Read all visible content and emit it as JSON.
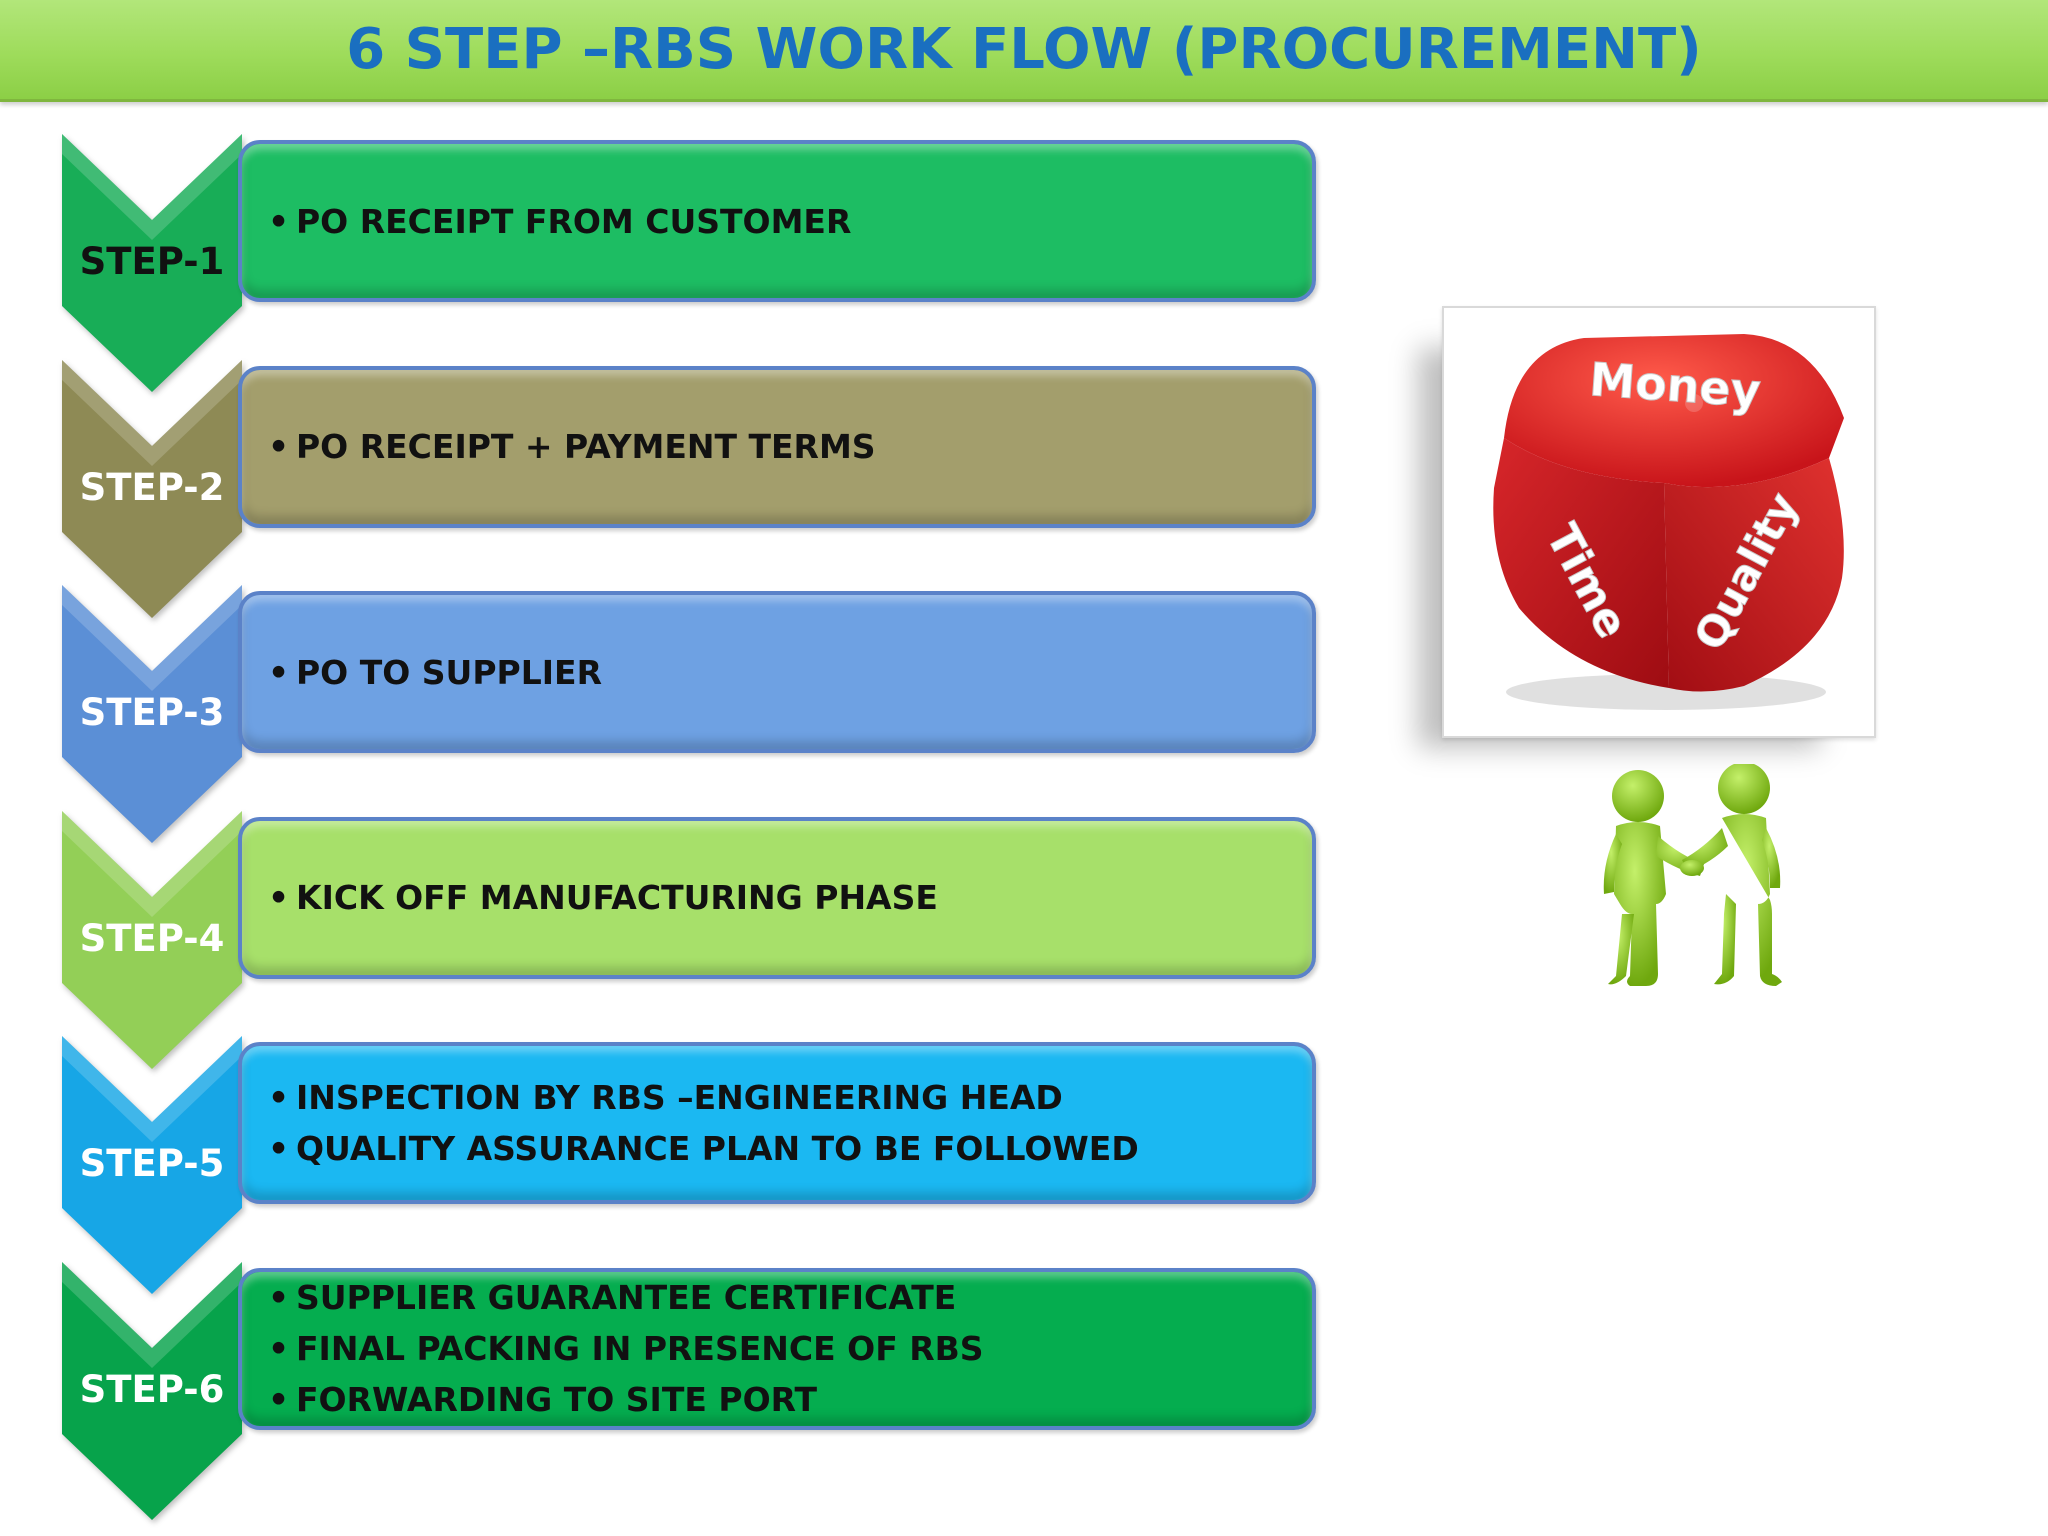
{
  "title": "6 STEP –RBS WORK FLOW (PROCUREMENT)",
  "steps": [
    {
      "label": "STEP-1",
      "color": "#1dbd63",
      "chevron_color": "#18ad57",
      "label_color": "#111111",
      "bullets": [
        "PO RECEIPT FROM CUSTOMER"
      ]
    },
    {
      "label": "STEP-2",
      "color": "#a39e6c",
      "chevron_color": "#8e8a55",
      "label_color": "#ffffff",
      "bullets": [
        "PO RECEIPT + PAYMENT TERMS"
      ]
    },
    {
      "label": "STEP-3",
      "color": "#6ea1e3",
      "chevron_color": "#5b8fd6",
      "label_color": "#ffffff",
      "bullets": [
        "PO TO SUPPLIER"
      ]
    },
    {
      "label": "STEP-4",
      "color": "#a7e06a",
      "chevron_color": "#93cf57",
      "label_color": "#ffffff",
      "bullets": [
        "KICK OFF MANUFACTURING PHASE"
      ]
    },
    {
      "label": "STEP-5",
      "color": "#1bb8f2",
      "chevron_color": "#17a6e6",
      "label_color": "#ffffff",
      "bullets": [
        "INSPECTION BY RBS –ENGINEERING HEAD",
        "QUALITY ASSURANCE PLAN TO BE FOLLOWED"
      ]
    },
    {
      "label": "STEP-6",
      "color": "#05ad4f",
      "chevron_color": "#07a34b",
      "label_color": "#ffffff",
      "bullets": [
        "SUPPLIER GUARANTEE CERTIFICATE",
        "FINAL PACKING IN PRESENCE OF RBS",
        "FORWARDING TO SITE PORT"
      ]
    }
  ],
  "dice": {
    "top_face": "Money",
    "left_face": "Time",
    "right_face": "Quality",
    "color": "#d81f1f"
  },
  "figures_color": "#8fd11c"
}
